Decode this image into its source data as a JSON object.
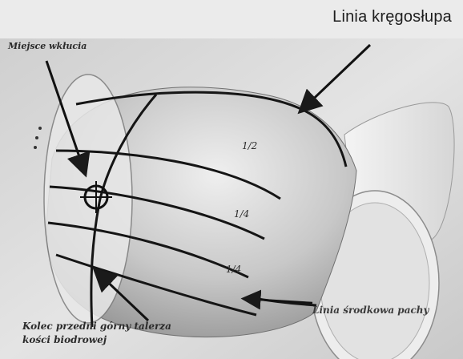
{
  "header": {
    "title": "Linia kręgosłupa"
  },
  "photo": {
    "labels": {
      "injection_site": "Miejsce wkłucia",
      "half": "1/2",
      "quarter_upper": "1/4",
      "quarter_lower": "1/4",
      "axillary_midline": "Linia środkowa pachy",
      "iliac_spine_line1": "Kolec przedni górny talerza",
      "iliac_spine_line2": "kości biodrowej"
    }
  }
}
